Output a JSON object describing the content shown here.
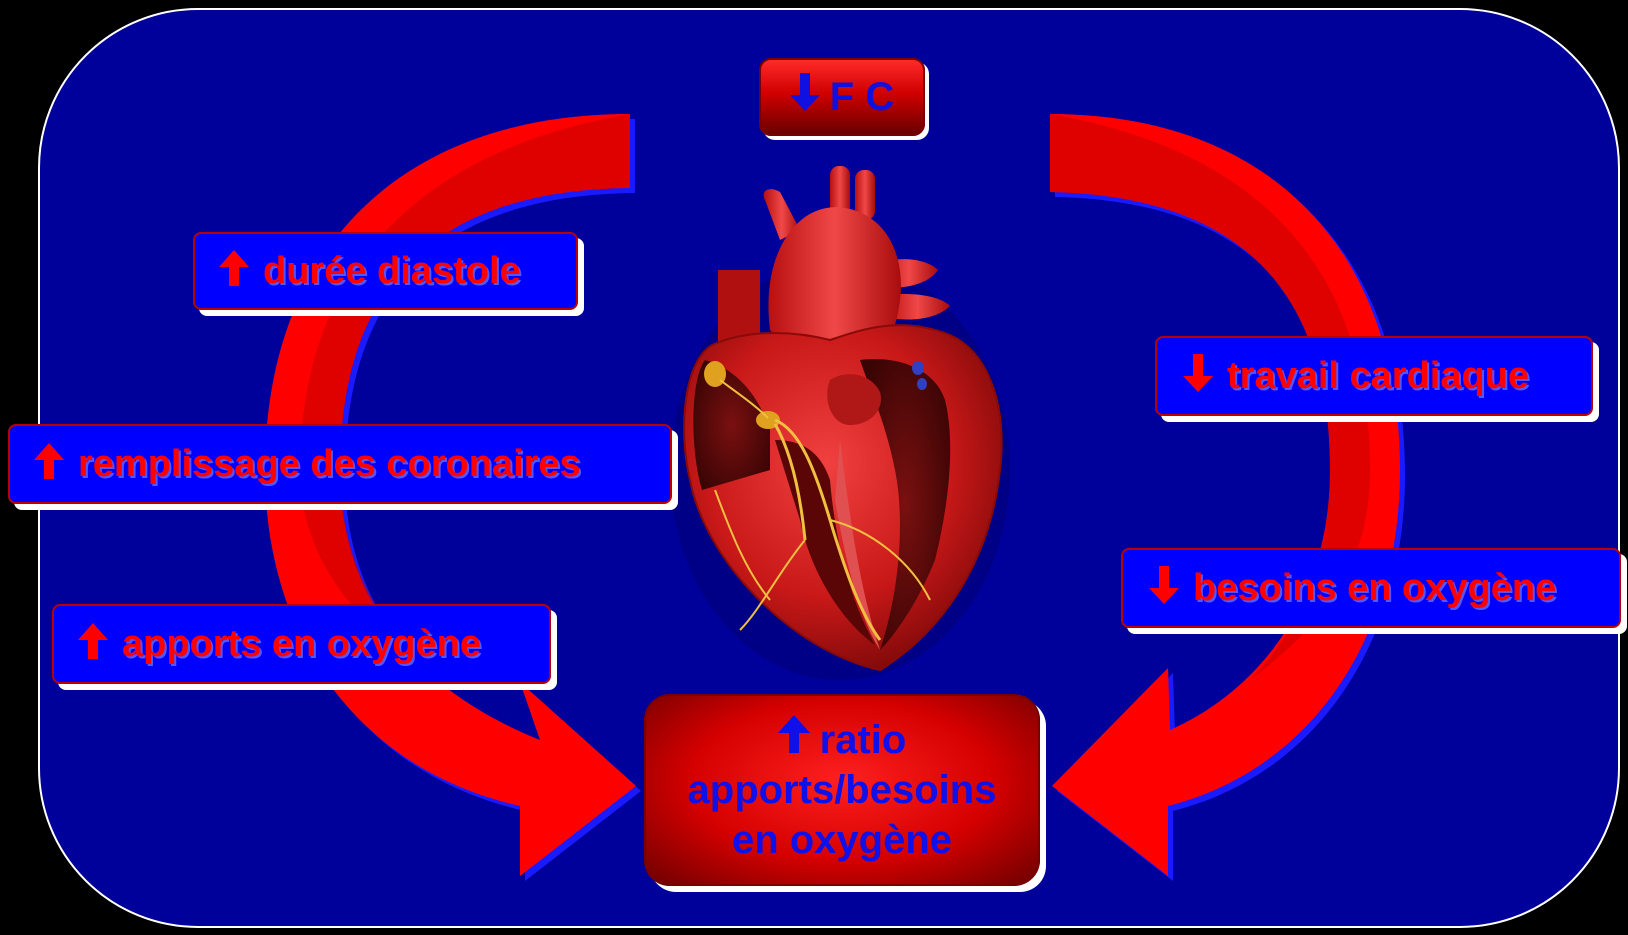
{
  "diagram": {
    "top_label": {
      "icon": "arrow-down-icon",
      "text": "F C"
    },
    "left_labels": [
      {
        "icon": "arrow-up-icon",
        "text": "durée diastole"
      },
      {
        "icon": "arrow-up-icon",
        "text": "remplissage des coronaires"
      },
      {
        "icon": "arrow-up-icon",
        "text": "apports en oxygène"
      }
    ],
    "right_labels": [
      {
        "icon": "arrow-down-icon",
        "text": "travail cardiaque"
      },
      {
        "icon": "arrow-down-icon",
        "text": "besoins en oxygène"
      }
    ],
    "center_box": {
      "icon": "arrow-up-icon",
      "line1": "ratio",
      "line2": "apports/besoins",
      "line3": "en oxygène"
    },
    "central_image": "heart-illustration",
    "colors": {
      "background": "#00009a",
      "label_box": "#0000ff",
      "label_text": "#ff0000",
      "arrow": "#ff0000",
      "accent_box": "#d00000",
      "accent_text": "#1010e0"
    }
  }
}
